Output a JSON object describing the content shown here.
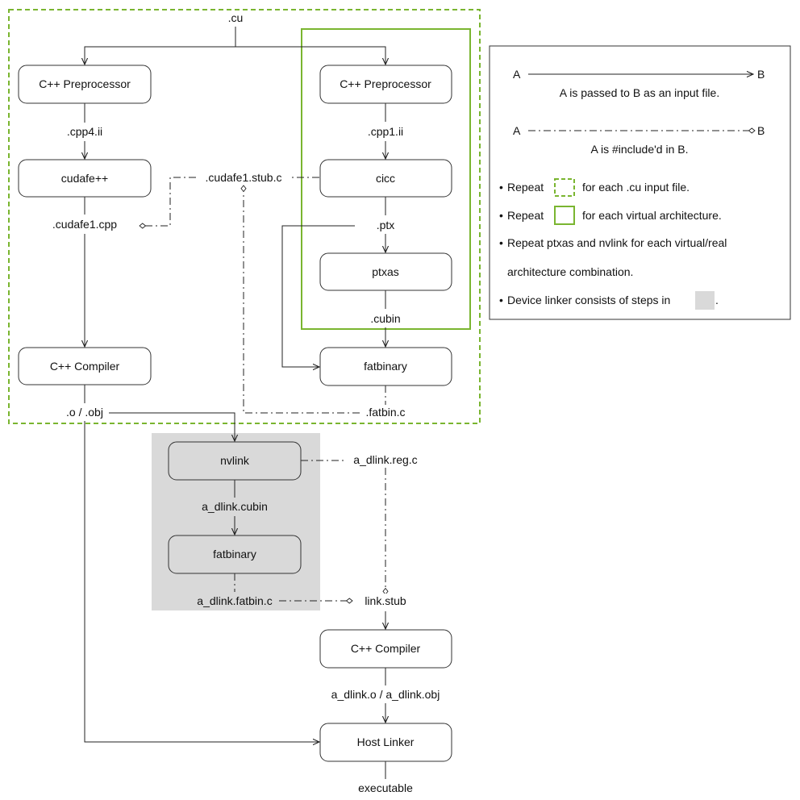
{
  "colors": {
    "green": "#7ab530",
    "device_linker_bg": "#d9d9d9",
    "stroke": "#222222"
  },
  "nodes": {
    "cpp_preprocessor_left": "C++ Preprocessor",
    "cudafe": "cudafe++",
    "cpp_compiler_left": "C++ Compiler",
    "cpp_preprocessor_right": "C++ Preprocessor",
    "cicc": "cicc",
    "ptxas": "ptxas",
    "fatbinary_right": "fatbinary",
    "nvlink": "nvlink",
    "fatbinary_device": "fatbinary",
    "cpp_compiler_bottom": "C++ Compiler",
    "host_linker": "Host Linker"
  },
  "files": {
    "cu": ".cu",
    "cpp4_ii": ".cpp4.ii",
    "cudafe1_cpp": ".cudafe1.cpp",
    "cudafe1_stub_c": ".cudafe1.stub.c",
    "cpp1_ii": ".cpp1.ii",
    "ptx": ".ptx",
    "cubin": ".cubin",
    "fatbin_c": ".fatbin.c",
    "o_obj": ".o / .obj",
    "a_dlink_reg_c": "a_dlink.reg.c",
    "a_dlink_cubin": "a_dlink.cubin",
    "a_dlink_fatbin_c": "a_dlink.fatbin.c",
    "link_stub": "link.stub",
    "a_dlink_o": "a_dlink.o / a_dlink.obj",
    "executable": "executable"
  },
  "legend": {
    "a": "A",
    "b": "B",
    "input_text": "A is passed to B as an input file.",
    "include_text": "A is #include'd in B.",
    "bullet": "•",
    "repeat_word": "Repeat",
    "repeat_cu_text": "for each .cu input file.",
    "repeat_arch_text": "for each virtual architecture.",
    "repeat_ptxas_line1": "Repeat ptxas and nvlink for each virtual/real",
    "repeat_ptxas_line2": "architecture combination.",
    "device_linker_text": "Device linker consists of steps in",
    "device_linker_period": "."
  }
}
